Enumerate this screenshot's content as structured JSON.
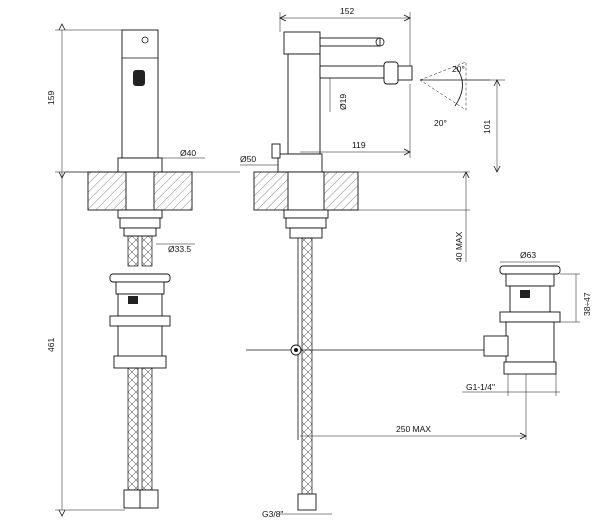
{
  "dimensions": {
    "left_height_upper": "159",
    "left_height_lower": "461",
    "diam_spout_base": "Ø40",
    "diam_hose_nut": "Ø33.5",
    "diam_base_side": "Ø50",
    "width_top": "152",
    "diam_nozzle": "Ø19",
    "nozzle_reach": "119",
    "spray_angle_top": "20°",
    "spray_angle_bottom": "20°",
    "nozzle_height": "101",
    "deck_thickness_max": "40 MAX",
    "diam_waste": "Ø63",
    "waste_range": "38÷47",
    "waste_thread": "G1-1/4\"",
    "rod_length_max": "250 MAX",
    "hose_thread": "G3/8\""
  }
}
